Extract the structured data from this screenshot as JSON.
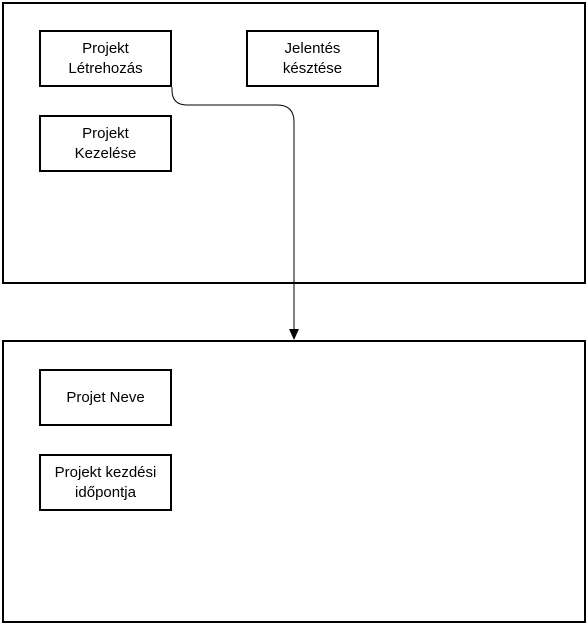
{
  "top_panel": {
    "nodes": {
      "projekt_letrehozas": "Projekt\nLétrehozás",
      "jelentes_keszitese": "Jelentés\nkésztése",
      "projekt_kezelese": "Projekt\nKezelése"
    }
  },
  "bottom_panel": {
    "nodes": {
      "projekt_neve": "Projet Neve",
      "projekt_kezdesi_idopontja": "Projekt kezdési\nidőpontja"
    }
  },
  "connector": {
    "from": "Projekt Létrehozás",
    "to": "bottom panel",
    "color": "#000000"
  }
}
